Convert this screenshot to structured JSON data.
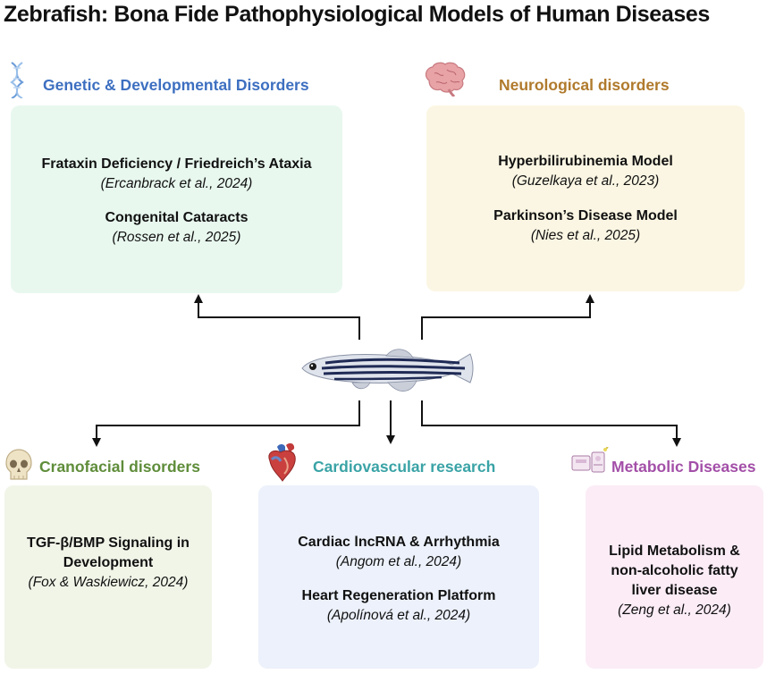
{
  "title": "Zebrafish: Bona Fide Pathophysiological Models of Human Diseases",
  "colors": {
    "genetic_header": "#3d6fc0",
    "neuro_header": "#b07a2c",
    "cranio_header": "#5f8d3a",
    "cardio_header": "#3aa3a6",
    "metabolic_header": "#a34fa8",
    "genetic_box": "#e8f8ef",
    "neuro_box": "#fbf6e3",
    "cranio_box": "#f1f5e8",
    "cardio_box": "#ecf1fb",
    "metabolic_box": "#fbecf6",
    "arrow": "#111111"
  },
  "icons": {
    "genetic": "dna-icon",
    "neuro": "brain-icon",
    "cranio": "skull-icon",
    "cardio": "heart-icon",
    "metabolic": "lab-equipment-icon",
    "center": "zebrafish-icon"
  },
  "sections": {
    "genetic": {
      "header": "Genetic & Developmental Disorders",
      "entries": [
        {
          "title": "Frataxin Deficiency / Friedreich’s Ataxia",
          "citation": "(Ercanbrack et al., 2024)"
        },
        {
          "title": "Congenital Cataracts",
          "citation": "(Rossen et al., 2025)"
        }
      ]
    },
    "neuro": {
      "header": "Neurological disorders",
      "entries": [
        {
          "title": "Hyperbilirubinemia Model",
          "citation": "(Guzelkaya et al., 2023)"
        },
        {
          "title": "Parkinson’s Disease Model",
          "citation": "(Nies et al., 2025)"
        }
      ]
    },
    "cranio": {
      "header": "Cranofacial disorders",
      "entries": [
        {
          "title_lines": [
            "TGF-β/BMP Signaling in",
            "Development"
          ],
          "citation": "(Fox & Waskiewicz, 2024)"
        }
      ]
    },
    "cardio": {
      "header": "Cardiovascular research",
      "entries": [
        {
          "title": "Cardiac lncRNA & Arrhythmia",
          "citation": "(Angom et al., 2024)"
        },
        {
          "title": "Heart Regeneration Platform",
          "citation": "(Apolínová et al., 2024)"
        }
      ]
    },
    "metabolic": {
      "header": "Metabolic Diseases",
      "entries": [
        {
          "title_lines": [
            "Lipid Metabolism &",
            "non-alcoholic fatty",
            "liver disease"
          ],
          "citation": "(Zeng et al., 2024)"
        }
      ]
    }
  }
}
